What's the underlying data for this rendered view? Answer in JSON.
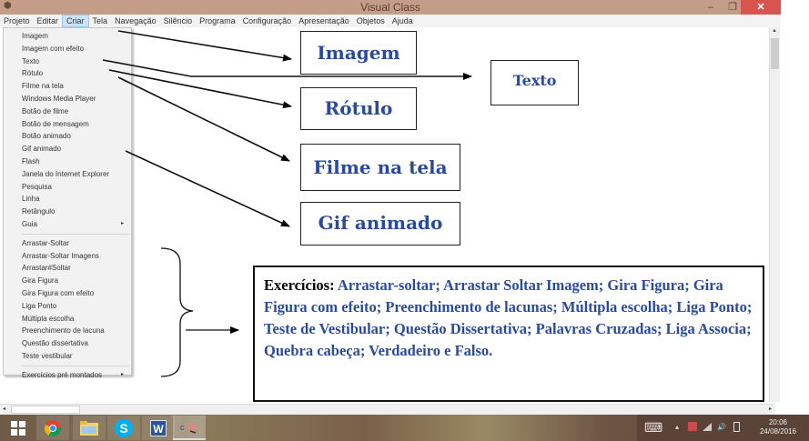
{
  "window": {
    "title": "Visual Class",
    "controls": {
      "minimize": "–",
      "maximize": "❐",
      "close": "✕"
    }
  },
  "menubar": {
    "items": [
      {
        "label": "Projeto"
      },
      {
        "label": "Editar"
      },
      {
        "label": "Criar",
        "active": true
      },
      {
        "label": "Tela"
      },
      {
        "label": "Navegação"
      },
      {
        "label": "Silêncio"
      },
      {
        "label": "Programa"
      },
      {
        "label": "Configuração"
      },
      {
        "label": "Apresentação"
      },
      {
        "label": "Objetos"
      },
      {
        "label": "Ajuda"
      }
    ]
  },
  "criar_menu": {
    "group1": [
      {
        "label": "Imagem"
      },
      {
        "label": "Imagem com efeito"
      },
      {
        "label": "Texto"
      },
      {
        "label": "Rótulo"
      },
      {
        "label": "Filme na tela"
      },
      {
        "label": "Windows Media Player"
      },
      {
        "label": "Botão de filme"
      },
      {
        "label": "Botão de mensagem"
      },
      {
        "label": "Botão animado"
      },
      {
        "label": "Gif animado"
      },
      {
        "label": "Flash"
      },
      {
        "label": "Janela do Internet Explorer"
      },
      {
        "label": "Pesquisa"
      },
      {
        "label": "Linha"
      },
      {
        "label": "Retângulo"
      },
      {
        "label": "Guia",
        "submenu": true
      }
    ],
    "group2": [
      {
        "label": "Arrastar-Soltar"
      },
      {
        "label": "Arrastar-Soltar Imagens"
      },
      {
        "label": "Arrastar#Soltar"
      },
      {
        "label": "Gira Figura"
      },
      {
        "label": "Gira Figura com efeito"
      },
      {
        "label": "Liga Ponto"
      },
      {
        "label": "Múltipla escolha"
      },
      {
        "label": "Preenchimento de lacuna"
      },
      {
        "label": "Questão dissertativa"
      },
      {
        "label": "Teste vestibular"
      }
    ],
    "group3": [
      {
        "label": "Exercícios pré montados",
        "submenu": true
      }
    ],
    "submenu_arrow": "▸"
  },
  "annotations": {
    "imagem": "Imagem",
    "texto": "Texto",
    "rotulo": "Rótulo",
    "filme_na_tela": "Filme na tela",
    "gif_animado": "Gif animado",
    "exercicios_lead": "Exercícios:",
    "exercicios_body": "Arrastar-soltar; Arrastar Soltar Imagem; Gira Figura; Gira Figura com efeito; Preenchimento de lacunas; Múltipla escolha; Liga Ponto; Teste de Vestibular; Questão Dissertativa; Palavras Cruzadas; Liga Associa; Quebra cabeça; Verdadeiro e Falso."
  },
  "colors": {
    "titlebar": "#c49d88",
    "close_button": "#d9534f",
    "annotation_text": "#2a4b9b",
    "menu_active": "#cce4f7"
  },
  "scrollbars": {
    "up": "▲",
    "left": "◂",
    "right": "▸"
  },
  "taskbar": {
    "apps": [
      {
        "name": "start",
        "glyph": "⊞"
      },
      {
        "name": "chrome"
      },
      {
        "name": "file-explorer"
      },
      {
        "name": "skype",
        "glyph": "S"
      },
      {
        "name": "word",
        "glyph": "W"
      },
      {
        "name": "visual-class"
      }
    ],
    "tray": {
      "keyboard": "⌨",
      "chevron": "▴",
      "clock_time": "20:06",
      "clock_date": "24/08/2016"
    }
  }
}
